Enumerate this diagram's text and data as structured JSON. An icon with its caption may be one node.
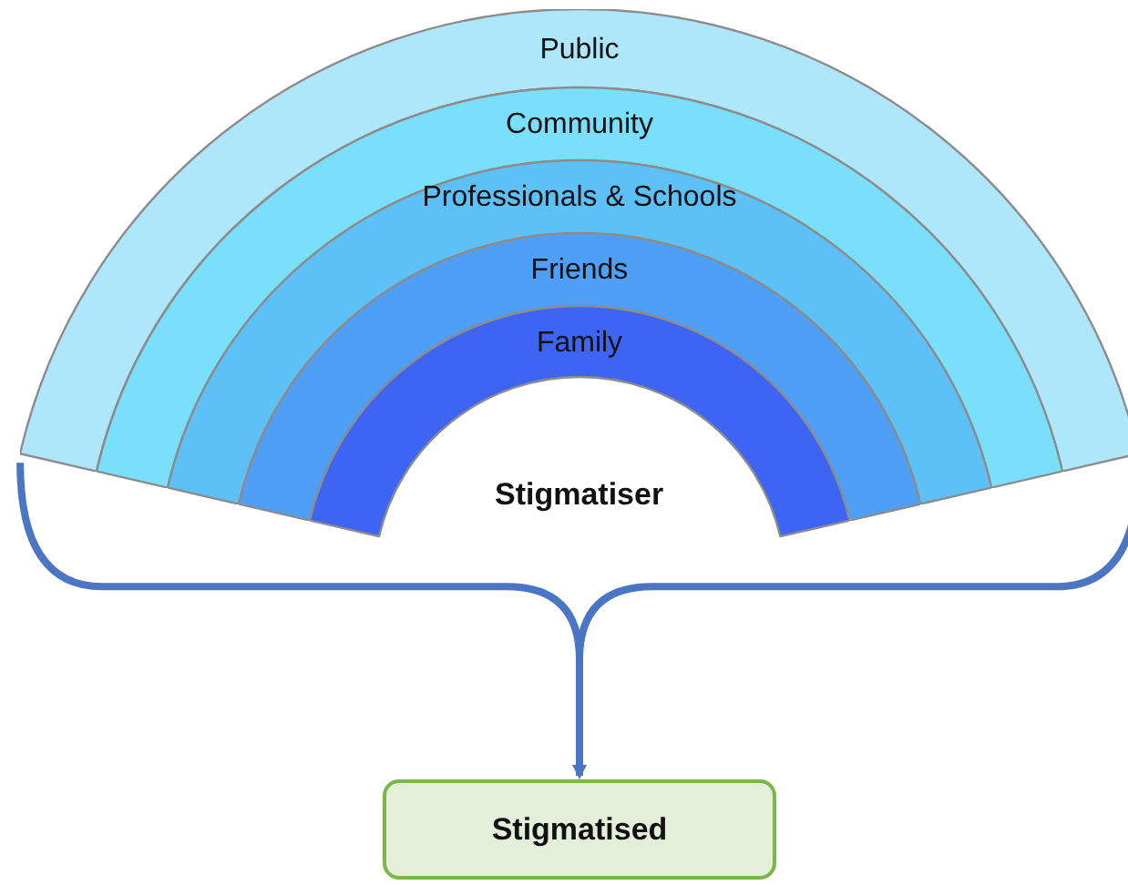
{
  "diagram": {
    "nodes": [
      {
        "text": [
          "Public"
        ]
      },
      {
        "text": [
          "Community"
        ]
      },
      {
        "text": [
          "Professionals & Schools"
        ]
      },
      {
        "text": [
          "Friends"
        ]
      },
      {
        "text": [
          "Family"
        ]
      },
      {
        "text": [
          "Stigmatiser"
        ]
      },
      {
        "text": [
          "Stigmatised"
        ]
      }
    ],
    "edges": [
      {
        "from": 0,
        "to": 6,
        "arrow": "to"
      }
    ]
  }
}
